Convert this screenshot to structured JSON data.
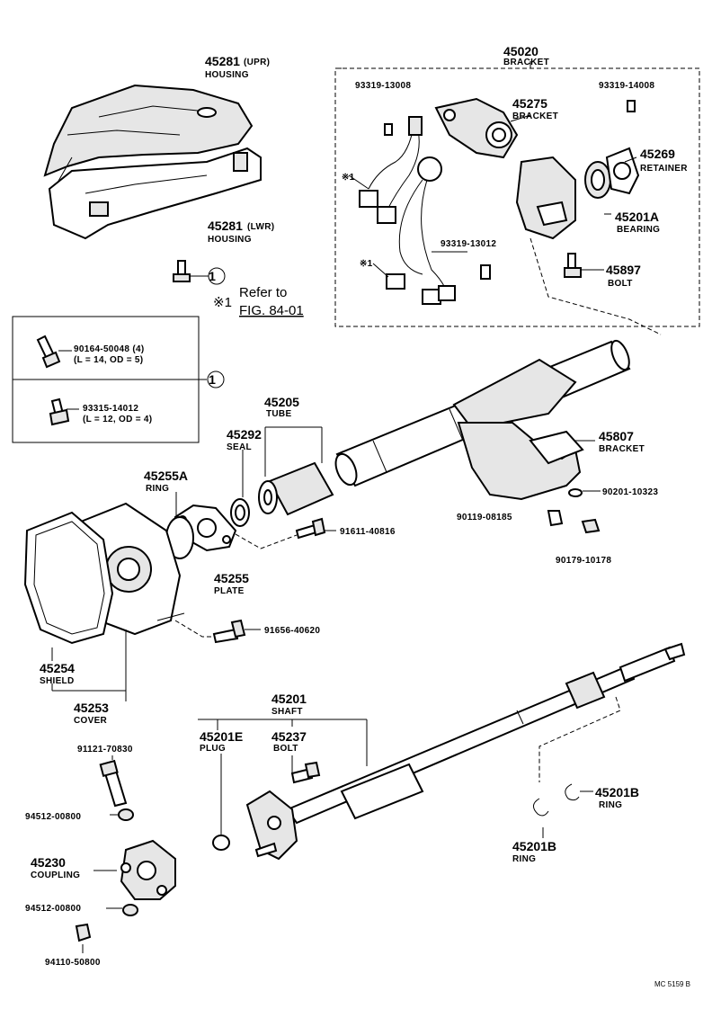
{
  "parts": {
    "housing_upr": {
      "num": "45281",
      "suffix": "(UPR)",
      "name": "HOUSING"
    },
    "housing_lwr": {
      "num": "45281",
      "suffix": "(LWR)",
      "name": "HOUSING"
    },
    "bracket_45020": {
      "num": "45020",
      "name": "BRACKET"
    },
    "bolt_93319_13008": {
      "num": "93319-13008"
    },
    "bracket_45275": {
      "num": "45275",
      "name": "BRACKET"
    },
    "bolt_93319_14008": {
      "num": "93319-14008"
    },
    "retainer_45269": {
      "num": "45269",
      "name": "RETAINER"
    },
    "bearing_45201a": {
      "num": "45201A",
      "name": "BEARING"
    },
    "bolt_93319_13012": {
      "num": "93319-13012"
    },
    "bolt_45897": {
      "num": "45897",
      "name": "BOLT"
    },
    "wire1": {
      "label": "※1"
    },
    "wire2": {
      "label": "※1"
    },
    "screw_90164": {
      "num": "90164-50048 (4)",
      "spec": "(L = 14, OD = 5)"
    },
    "screw_93315": {
      "num": "93315-14012",
      "spec": "(L = 12, OD = 4)"
    },
    "tube_45205": {
      "num": "45205",
      "name": "TUBE"
    },
    "seal_45292": {
      "num": "45292",
      "name": "SEAL"
    },
    "ring_45255a": {
      "num": "45255A",
      "name": "RING"
    },
    "bracket_45807": {
      "num": "45807",
      "name": "BRACKET"
    },
    "part_90201": {
      "num": "90201-10323"
    },
    "bolt_90119": {
      "num": "90119-08185"
    },
    "bolt_91611": {
      "num": "91611-40816"
    },
    "nut_90179": {
      "num": "90179-10178"
    },
    "plate_45255": {
      "num": "45255",
      "name": "PLATE"
    },
    "bolt_91656": {
      "num": "91656-40620"
    },
    "shield_45254": {
      "num": "45254",
      "name": "SHIELD"
    },
    "cover_45253": {
      "num": "45253",
      "name": "COVER"
    },
    "shaft_45201": {
      "num": "45201",
      "name": "SHAFT"
    },
    "plug_45201e": {
      "num": "45201E",
      "name": "PLUG"
    },
    "bolt_45237": {
      "num": "45237",
      "name": "BOLT"
    },
    "bolt_91121": {
      "num": "91121-70830"
    },
    "washer_94512_a": {
      "num": "94512-00800"
    },
    "coupling_45230": {
      "num": "45230",
      "name": "COUPLING"
    },
    "washer_94512_b": {
      "num": "94512-00800"
    },
    "nut_94110": {
      "num": "94110-50800"
    },
    "ring_45201b_a": {
      "num": "45201B",
      "name": "RING"
    },
    "ring_45201b_b": {
      "num": "45201B",
      "name": "RING"
    }
  },
  "callouts": {
    "circle_1_a": "1",
    "circle_1_b": "1",
    "refer": {
      "mark": "※1",
      "line1": "Refer to",
      "line2": "FIG. 84-01"
    }
  },
  "footer": {
    "code": "MC 5159 B"
  }
}
